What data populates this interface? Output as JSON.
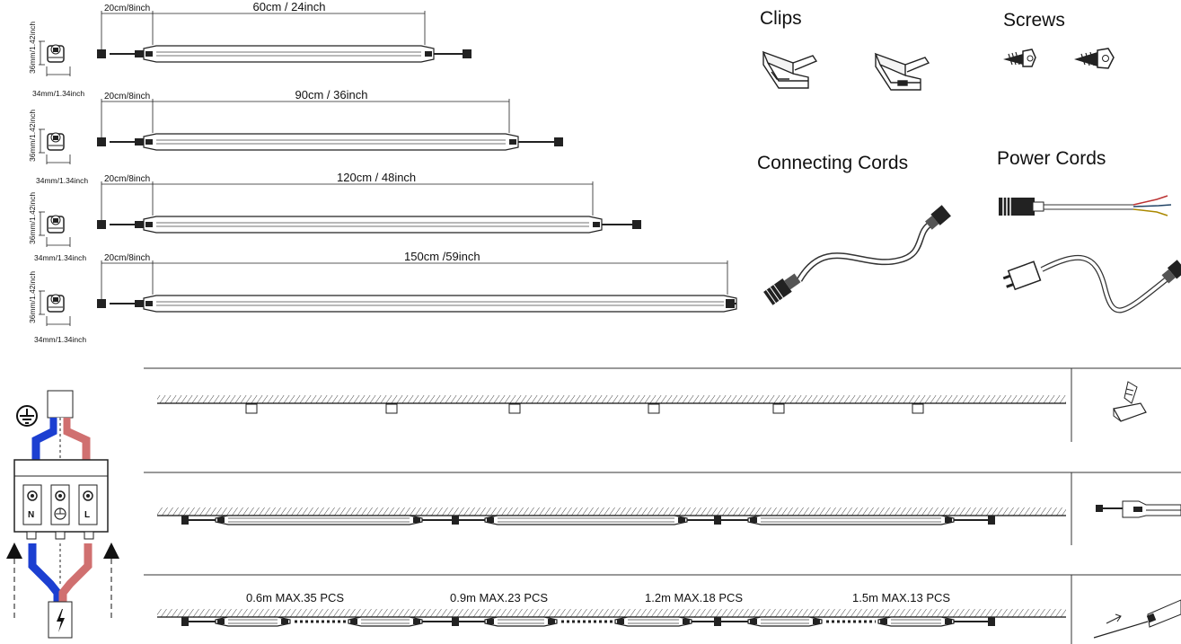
{
  "products": [
    {
      "length_label": "60cm / 24inch",
      "end_label": "20cm/8inch",
      "height_label": "36mm/1.42inch",
      "width_label": "34mm/1.34inch"
    },
    {
      "length_label": "90cm / 36inch",
      "end_label": "20cm/8inch",
      "height_label": "36mm/1.42inch",
      "width_label": "34mm/1.34inch"
    },
    {
      "length_label": "120cm / 48inch",
      "end_label": "20cm/8inch",
      "height_label": "36mm/1.42inch",
      "width_label": "34mm/1.34inch"
    },
    {
      "length_label": "150cm /59inch",
      "end_label": "20cm/8inch",
      "height_label": "36mm/1.42inch",
      "width_label": "34mm/1.34inch"
    }
  ],
  "accessories": {
    "clips": "Clips",
    "screws": "Screws",
    "connecting_cords": "Connecting Cords",
    "power_cords": "Power Cords"
  },
  "wiring": {
    "neutral": "N",
    "live": "L"
  },
  "installation": {
    "limits": [
      {
        "label": "0.6m  MAX.35 PCS"
      },
      {
        "label": "0.9m  MAX.23 PCS"
      },
      {
        "label": "1.2m  MAX.18 PCS"
      },
      {
        "label": "1.5m  MAX.13 PCS"
      }
    ]
  }
}
